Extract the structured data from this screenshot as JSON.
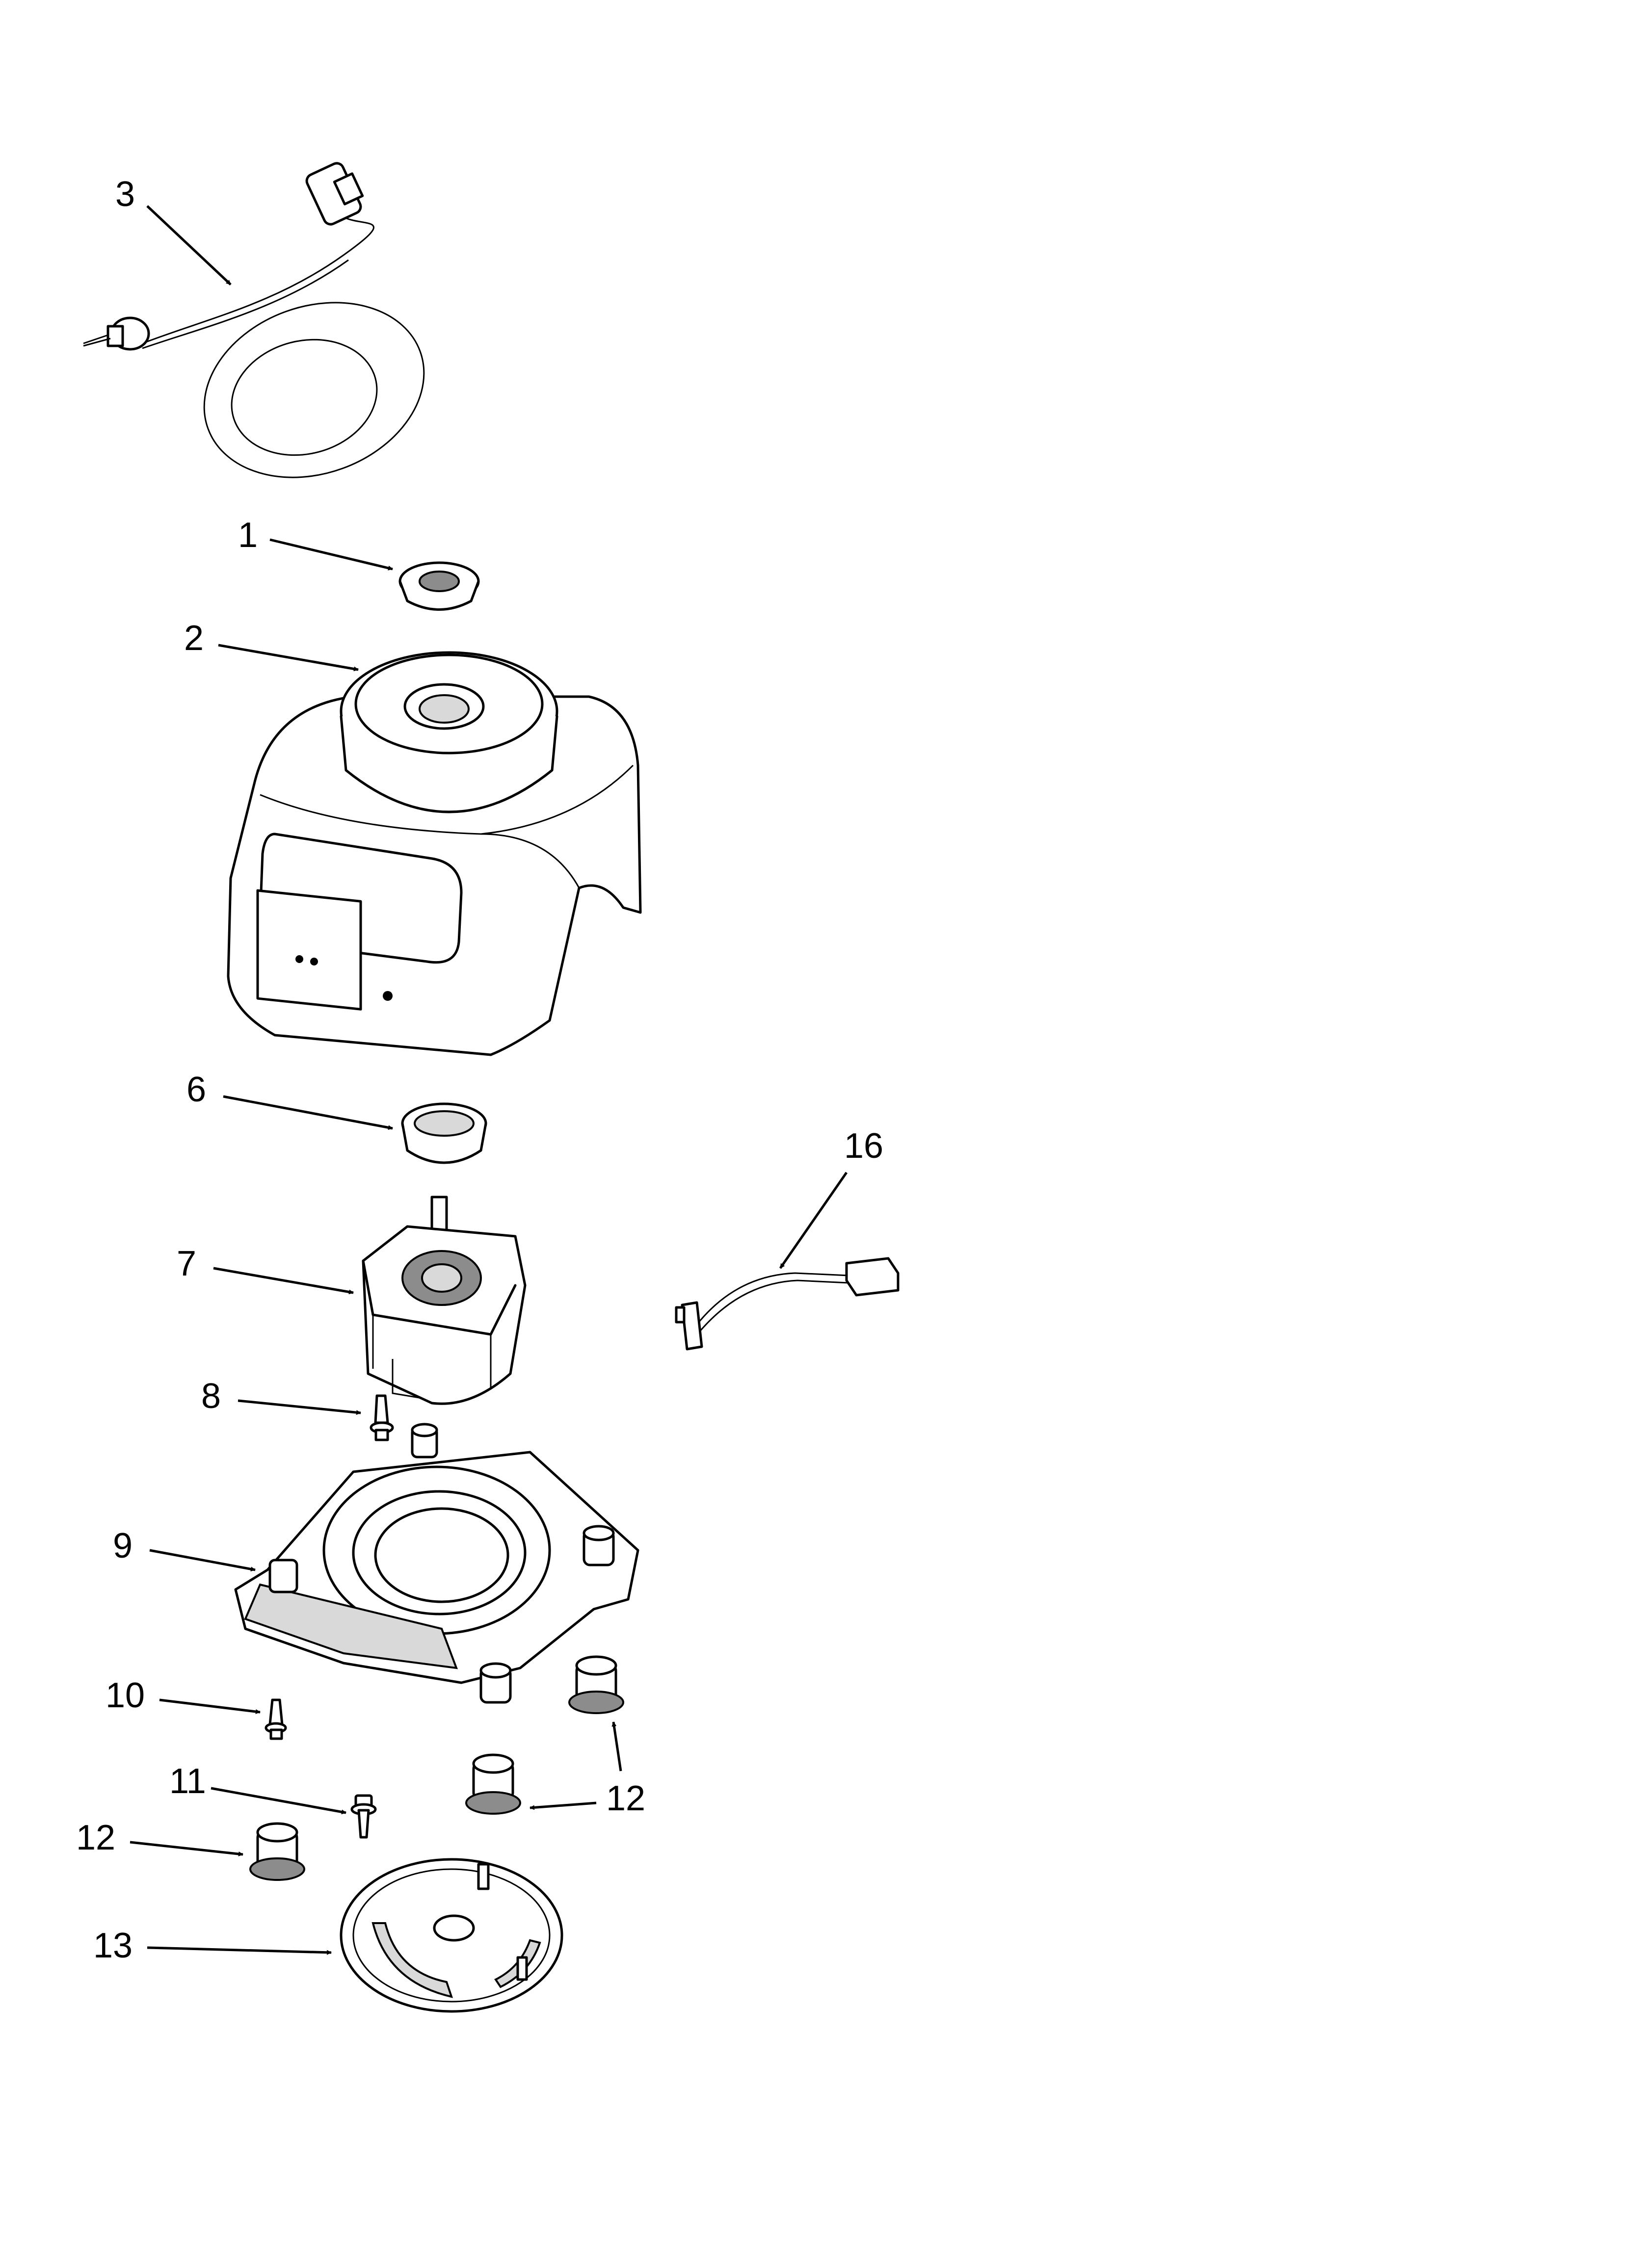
{
  "callouts": {
    "c1": "1",
    "c2": "2",
    "c3": "3",
    "c6": "6",
    "c7": "7",
    "c8": "8",
    "c9": "9",
    "c10": "10",
    "c11": "11",
    "c12a": "12",
    "c12b": "12",
    "c12c": "12",
    "c13": "13",
    "c16": "16"
  },
  "parts": {
    "1": "drive-coupling",
    "2": "base-housing",
    "3": "power-cord",
    "6": "coupling-ring",
    "7": "motor",
    "8": "screw",
    "9": "motor-mount-base",
    "10": "screw",
    "11": "screw",
    "12": "foot",
    "13": "bottom-plate",
    "16": "wire-harness"
  }
}
